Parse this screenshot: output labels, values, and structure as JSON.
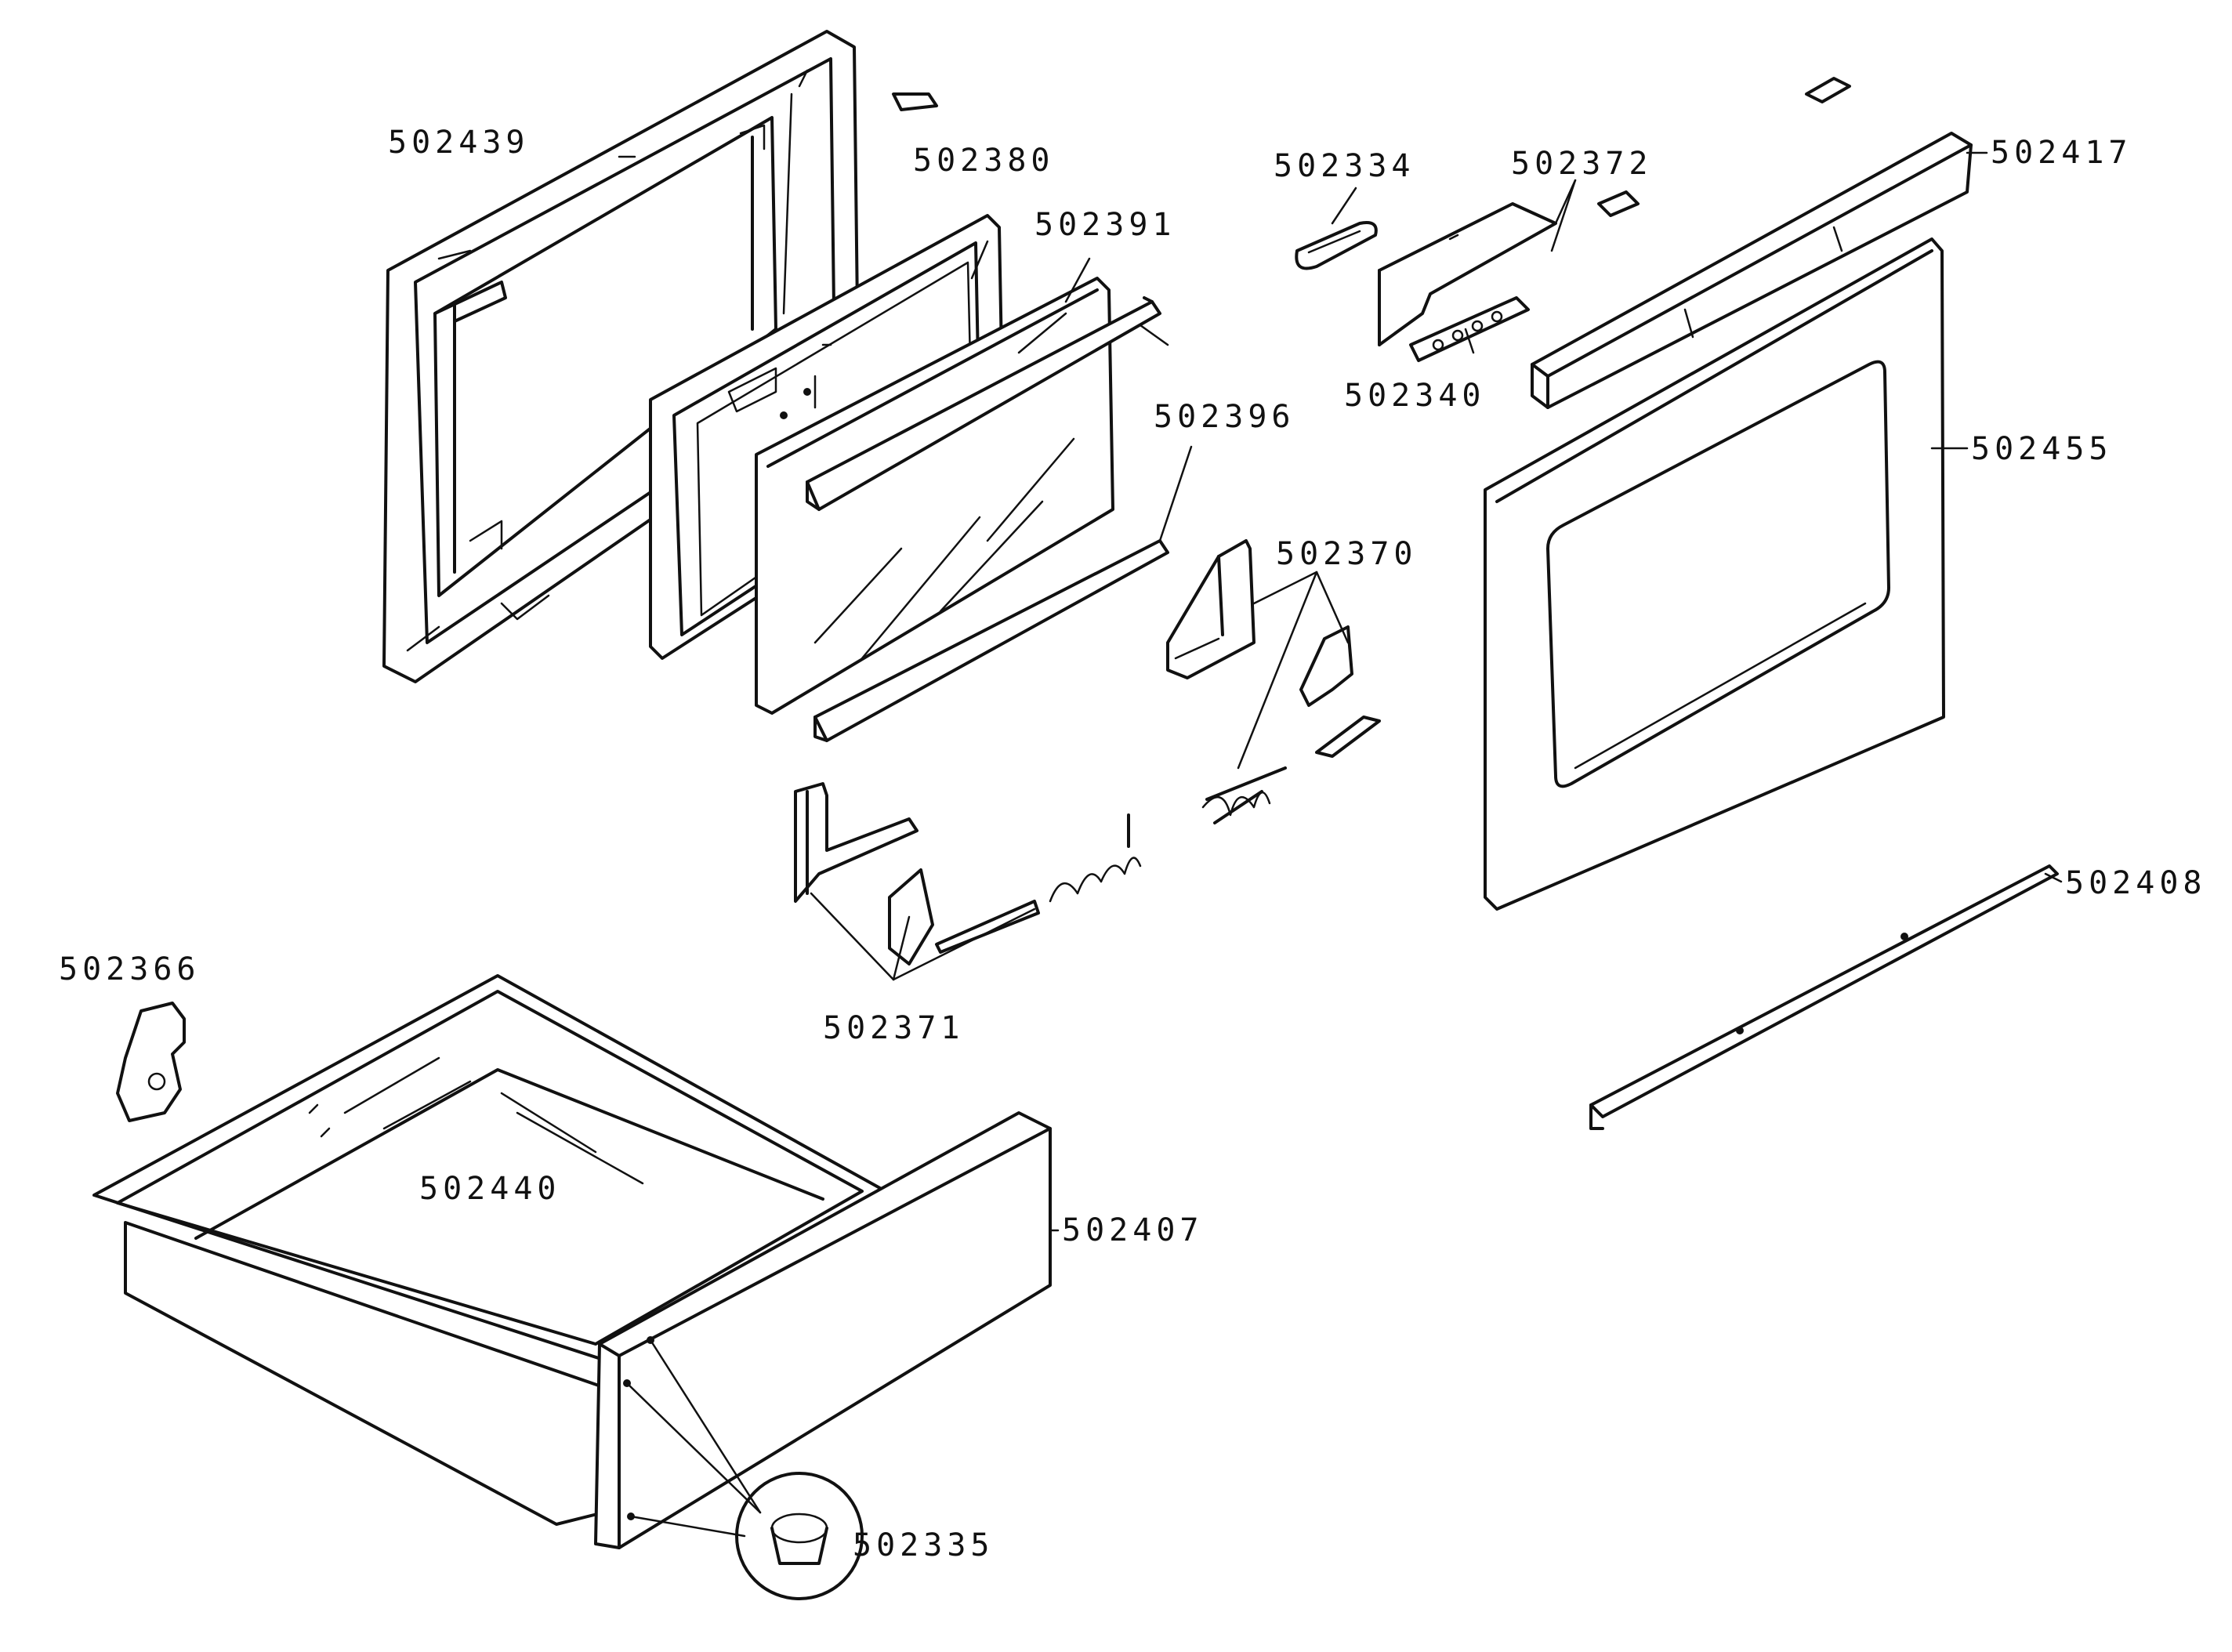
{
  "parts": {
    "p502439": "502439",
    "p502380": "502380",
    "p502391": "502391",
    "p502396": "502396",
    "p502334": "502334",
    "p502372": "502372",
    "p502340": "502340",
    "p502417": "502417",
    "p502455": "502455",
    "p502370": "502370",
    "p502371": "502371",
    "p502408": "502408",
    "p502366": "502366",
    "p502440": "502440",
    "p502407": "502407",
    "p502335": "502335"
  }
}
